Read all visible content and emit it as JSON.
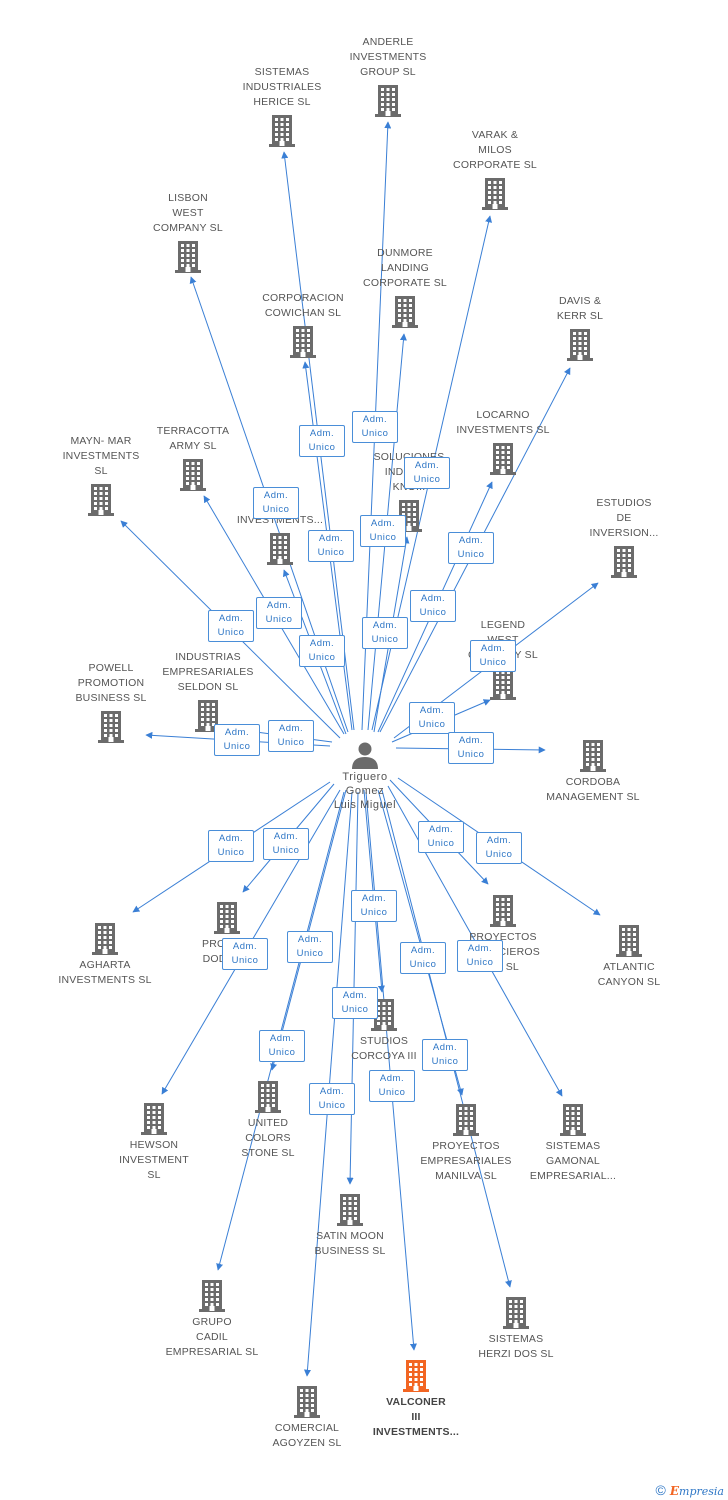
{
  "colors": {
    "edge": "#3a7fd5",
    "building": "#6b6b6b",
    "highlight": "#f26522",
    "role_text": "#2f77c6",
    "label": "#555555"
  },
  "center": {
    "label": "Triguero\nGomez\nLuis Miguel",
    "icon": "person-icon"
  },
  "role_label": "Adm.\nUnico",
  "footer": {
    "copyright": "©",
    "brand_initial": "E",
    "brand_rest": "mpresia"
  },
  "companies": [
    {
      "id": "anderle",
      "label": "ANDERLE\nINVESTMENTS\nGROUP SL"
    },
    {
      "id": "sistemas-industriales-herice",
      "label": "SISTEMAS\nINDUSTRIALES\nHERICE  SL"
    },
    {
      "id": "varak-milos",
      "label": "VARAK &\nMILOS\nCORPORATE SL"
    },
    {
      "id": "lisbon-west",
      "label": "LISBON\nWEST\nCOMPANY  SL"
    },
    {
      "id": "dunmore-landing",
      "label": "DUNMORE\nLANDING\nCORPORATE SL"
    },
    {
      "id": "corporacion-cowichan",
      "label": "CORPORACION\nCOWICHAN SL"
    },
    {
      "id": "davis-kerr",
      "label": "DAVIS &\nKERR SL"
    },
    {
      "id": "locarno",
      "label": "LOCARNO\nINVESTMENTS SL"
    },
    {
      "id": "mayn-mar",
      "label": "MAYN- MAR\nINVESTMENTS\nSL"
    },
    {
      "id": "terracotta-army",
      "label": "TERRACOTTA\nARMY  SL"
    },
    {
      "id": "soluciones-indust",
      "label": "SOLUCIONES\nINDUST...\nKNO..."
    },
    {
      "id": "ocret-investments",
      "label": "OCRET\nINVESTMENTS..."
    },
    {
      "id": "estudios-inversion",
      "label": "ESTUDIOS\nDE\nINVERSION..."
    },
    {
      "id": "legend-west",
      "label": "LEGEND\nWEST\nCOMPANY SL"
    },
    {
      "id": "powell-promotion",
      "label": "POWELL\nPROMOTION\nBUSINESS  SL"
    },
    {
      "id": "industrias-seldon",
      "label": "INDUSTRIAS\nEMPRESARIALES\nSELDON SL"
    },
    {
      "id": "cordoba-management",
      "label": "CORDOBA\nMANAGEMENT SL"
    },
    {
      "id": "agharta",
      "label": "AGHARTA\nINVESTMENTS SL"
    },
    {
      "id": "promociones-dodgson",
      "label": "PROMO...\nDODGS..."
    },
    {
      "id": "proyectos-financieros",
      "label": "PROYECTOS\nFINANCIEROS\n...II  SL"
    },
    {
      "id": "atlantic-canyon",
      "label": "ATLANTIC\nCANYON SL"
    },
    {
      "id": "studios-corcoya",
      "label": "STUDIOS\nCORCOYA III"
    },
    {
      "id": "hewson",
      "label": "HEWSON\nINVESTMENT\nSL"
    },
    {
      "id": "united-colors-stone",
      "label": "UNITED\nCOLORS\nSTONE SL"
    },
    {
      "id": "proyectos-manilva",
      "label": "PROYECTOS\nEMPRESARIALES\nMANILVA SL"
    },
    {
      "id": "sistemas-gamonal",
      "label": "SISTEMAS\nGAMONAL\nEMPRESARIAL..."
    },
    {
      "id": "satin-moon",
      "label": "SATIN MOON\nBUSINESS SL"
    },
    {
      "id": "grupo-cadil",
      "label": "GRUPO\nCADIL\nEMPRESARIAL SL"
    },
    {
      "id": "sistemas-herzi",
      "label": "SISTEMAS\nHERZI DOS SL"
    },
    {
      "id": "comercial-agoyzen",
      "label": "COMERCIAL\nAGOYZEN SL"
    },
    {
      "id": "valconer",
      "label": "VALCONER\nIII\nINVESTMENTS...",
      "highlight": true
    }
  ]
}
